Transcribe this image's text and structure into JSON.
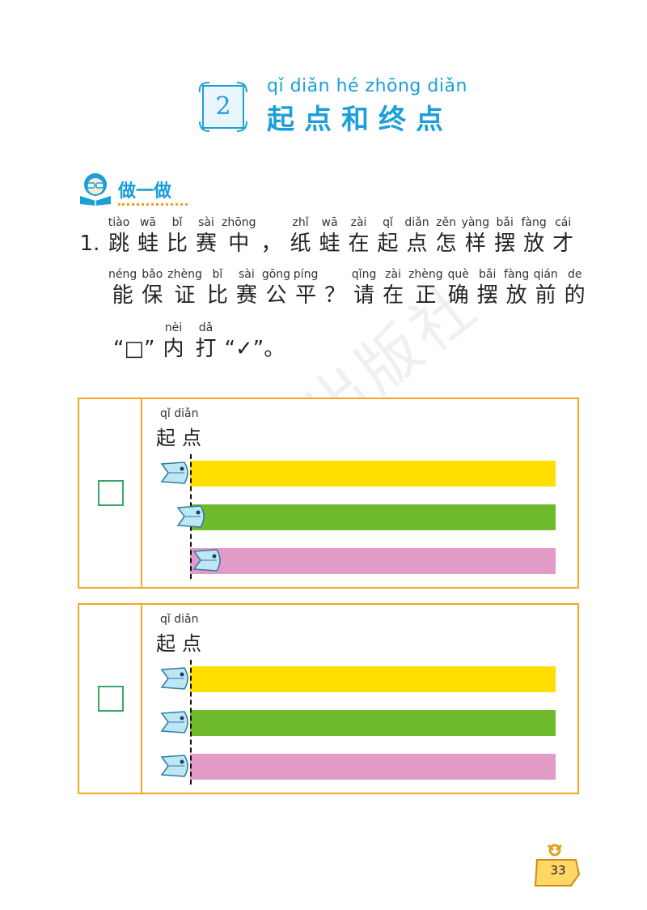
{
  "lesson": {
    "number": "2",
    "pinyin": "qǐ diǎn hé zhōng diǎn",
    "title": "起点和终点"
  },
  "section": {
    "label": "做一做",
    "icon": "reading-boy-icon"
  },
  "question": {
    "line1": [
      {
        "py": "",
        "hz": "1."
      },
      {
        "py": "tiào",
        "hz": "跳"
      },
      {
        "py": "wā",
        "hz": "蛙"
      },
      {
        "py": "bǐ",
        "hz": "比"
      },
      {
        "py": "sài",
        "hz": "赛"
      },
      {
        "py": "zhōng",
        "hz": "中"
      },
      {
        "py": "",
        "hz": "，"
      },
      {
        "py": "zhǐ",
        "hz": "纸"
      },
      {
        "py": "wā",
        "hz": "蛙"
      },
      {
        "py": "zài",
        "hz": "在"
      },
      {
        "py": "qǐ",
        "hz": "起"
      },
      {
        "py": "diǎn",
        "hz": "点"
      },
      {
        "py": "zěn",
        "hz": "怎"
      },
      {
        "py": "yàng",
        "hz": "样"
      },
      {
        "py": "bǎi",
        "hz": "摆"
      },
      {
        "py": "fàng",
        "hz": "放"
      },
      {
        "py": "cái",
        "hz": "才"
      }
    ],
    "line2": [
      {
        "py": "néng",
        "hz": "能"
      },
      {
        "py": "bǎo",
        "hz": "保"
      },
      {
        "py": "zhèng",
        "hz": "证"
      },
      {
        "py": "bǐ",
        "hz": "比"
      },
      {
        "py": "sài",
        "hz": "赛"
      },
      {
        "py": "gōng",
        "hz": "公"
      },
      {
        "py": "píng",
        "hz": "平"
      },
      {
        "py": "",
        "hz": "？"
      },
      {
        "py": "qǐng",
        "hz": "请"
      },
      {
        "py": "zài",
        "hz": "在"
      },
      {
        "py": "zhèng",
        "hz": "正"
      },
      {
        "py": "què",
        "hz": "确"
      },
      {
        "py": "bǎi",
        "hz": "摆"
      },
      {
        "py": "fàng",
        "hz": "放"
      },
      {
        "py": "qián",
        "hz": "前"
      },
      {
        "py": "de",
        "hz": "的"
      }
    ],
    "line3": [
      {
        "py": "",
        "hz": "“□”"
      },
      {
        "py": "nèi",
        "hz": "内"
      },
      {
        "py": "dǎ",
        "hz": "打"
      },
      {
        "py": "",
        "hz": "“✓”。"
      }
    ]
  },
  "panels": [
    {
      "label_pinyin": "qǐ diǎn",
      "label": "起点",
      "checked": false
    },
    {
      "label_pinyin": "qǐ diǎn",
      "label": "起点",
      "checked": false
    }
  ],
  "colors": {
    "yellow": "#ffdf00",
    "green": "#6fba2c",
    "pink": "#e19bc6",
    "accent": "#1a9fd9",
    "border": "#f5a623"
  },
  "watermark": "海天出版社",
  "page_number": "33"
}
